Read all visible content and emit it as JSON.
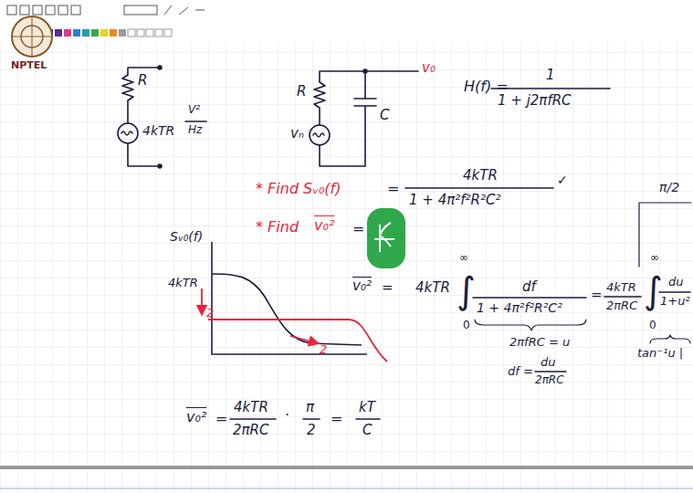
{
  "diagram": {
    "labels": [
      "NPTEL",
      "R",
      "4kTR",
      "V²",
      "Hz",
      "R",
      "vₙ",
      "C",
      "v₀",
      "H(f) =",
      "1",
      "1 + j2πfRC",
      "* Find Sᵥ₀(f)",
      "=",
      "4kTR",
      "1 + 4π²f²R²C²",
      "✓",
      "* Find",
      "v₀²",
      "=",
      "Sᵥ₀(f)",
      "4kTR",
      "2",
      "2",
      "v₀²",
      "=",
      "4kTR",
      "∞",
      "∫",
      "0",
      "df",
      "1 + 4π²f²R²C²",
      "=",
      "4kTR",
      "2πRC",
      "∞",
      "∫",
      "0",
      "du",
      "1+u²",
      "π/2",
      "tan⁻¹u |",
      "2πfRC = u",
      "df =",
      "du",
      "2πRC",
      "v₀²",
      "=",
      "4kTR",
      "2πRC",
      "·",
      "π",
      "2",
      "=",
      "kT",
      "C"
    ]
  }
}
